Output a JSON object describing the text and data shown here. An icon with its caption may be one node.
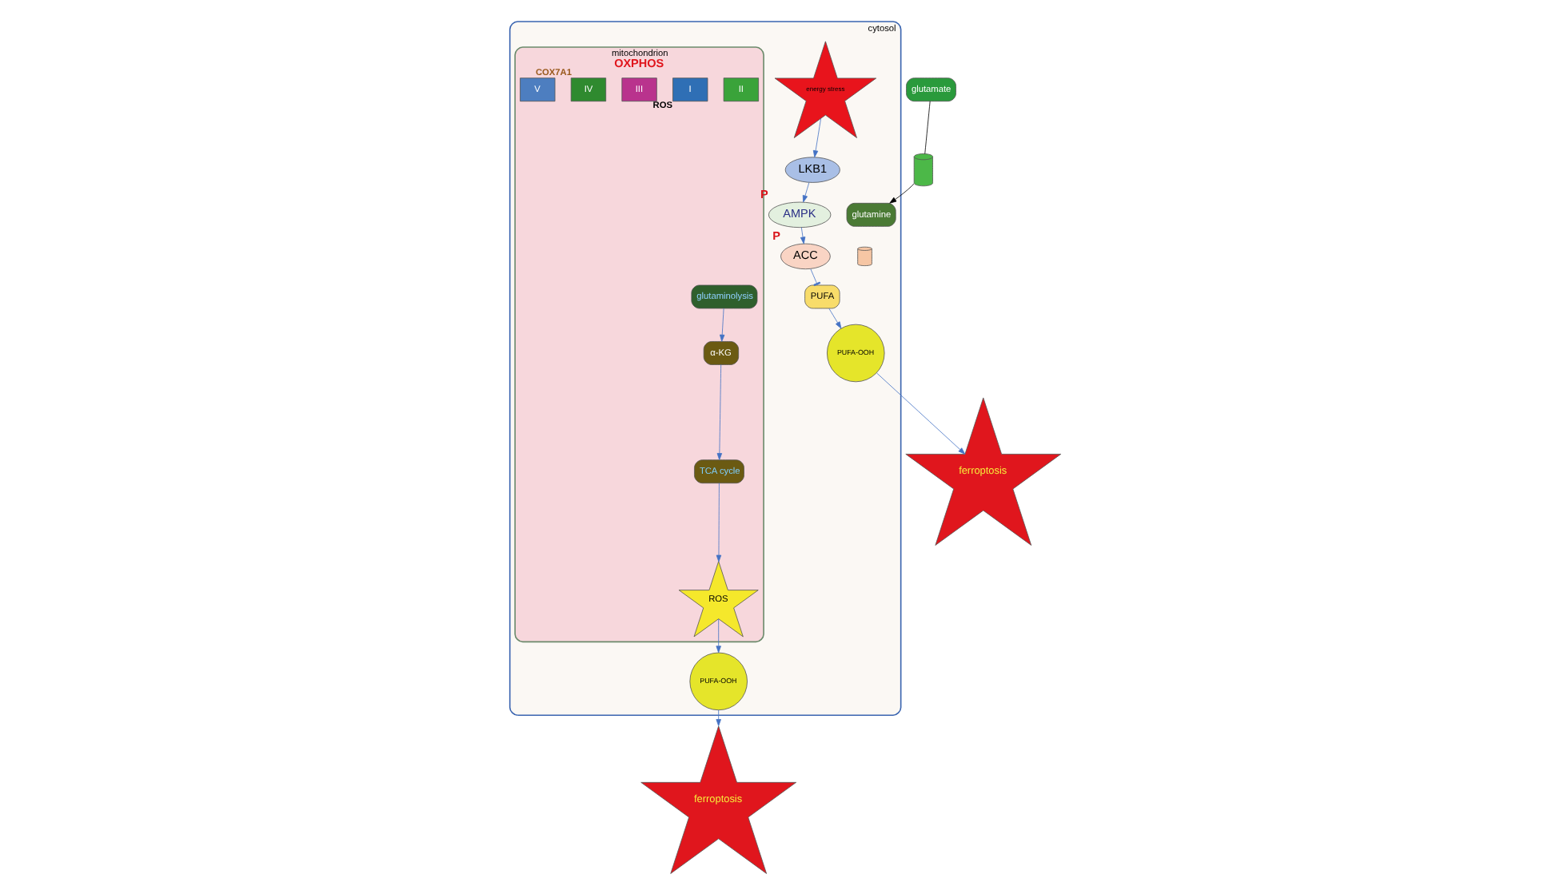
{
  "diagram": {
    "nodes": [
      {
        "text": [
          "cytosol"
        ]
      },
      {
        "text": [
          "energy stress"
        ],
        "in": 0
      },
      {
        "text": [
          "LKB1"
        ],
        "in": 0
      },
      {
        "text": [
          "AMPK"
        ],
        "beside": [
          "P"
        ],
        "in": 0
      },
      {
        "text": [
          "ACC"
        ],
        "beside": [
          "P"
        ],
        "in": 0
      },
      {
        "text": [
          "PUFA"
        ],
        "in": 0
      },
      {
        "text": [
          "PUFA-OOH"
        ],
        "in": 0
      },
      {
        "text": [
          "ferroptosis"
        ]
      },
      {
        "text": [
          "mitochondrion",
          "OXPHOS"
        ],
        "in": 0
      },
      {
        "text": [
          "II"
        ],
        "in": 8
      },
      {
        "text": [
          "I"
        ],
        "beside": [
          "ROS"
        ],
        "in": 8
      },
      {
        "text": [
          "III"
        ],
        "in": 8
      },
      {
        "text": [
          "IV"
        ],
        "beside": [
          "COX7A1"
        ],
        "in": 8
      },
      {
        "text": [
          "V"
        ],
        "in": 8
      },
      {
        "text": [
          "glutamate"
        ]
      },
      {
        "text": [],
        "shape": "cylinder"
      },
      {
        "text": [
          "glutamine"
        ],
        "in": 0
      },
      {
        "text": [],
        "shape": "cylinder",
        "in": 0
      },
      {
        "text": [
          "glutaminolysis"
        ],
        "in": 8
      },
      {
        "text": [
          "α-KG"
        ],
        "in": 8
      },
      {
        "text": [
          "TCA cycle"
        ],
        "in": 8
      },
      {
        "text": [
          "ROS"
        ],
        "in": 8
      },
      {
        "text": [
          "PUFA-OOH"
        ],
        "in": 0
      },
      {
        "text": [
          "ferroptosis"
        ]
      }
    ],
    "edges": [
      {
        "from": 1,
        "to": 2,
        "arrow": "to"
      },
      {
        "from": 2,
        "to": 3,
        "arrow": "to"
      },
      {
        "from": 3,
        "to": 4,
        "arrow": "to"
      },
      {
        "from": 4,
        "to": 5,
        "arrow": "other"
      },
      {
        "from": 5,
        "to": 6,
        "arrow": "to"
      },
      {
        "from": 6,
        "to": 7,
        "arrow": "to"
      },
      {
        "from": 14,
        "to": 15,
        "arrow": "none",
        "color": "#000000"
      },
      {
        "from": 15,
        "to": 16,
        "arrow": "to",
        "color": "#000000"
      },
      {
        "from": 18,
        "to": 19,
        "arrow": "to"
      },
      {
        "from": 19,
        "to": 20,
        "arrow": "to"
      },
      {
        "from": 20,
        "to": 21,
        "arrow": "to"
      },
      {
        "from": 21,
        "to": 22,
        "arrow": "to"
      },
      {
        "from": 22,
        "to": 23,
        "arrow": "to"
      }
    ]
  }
}
